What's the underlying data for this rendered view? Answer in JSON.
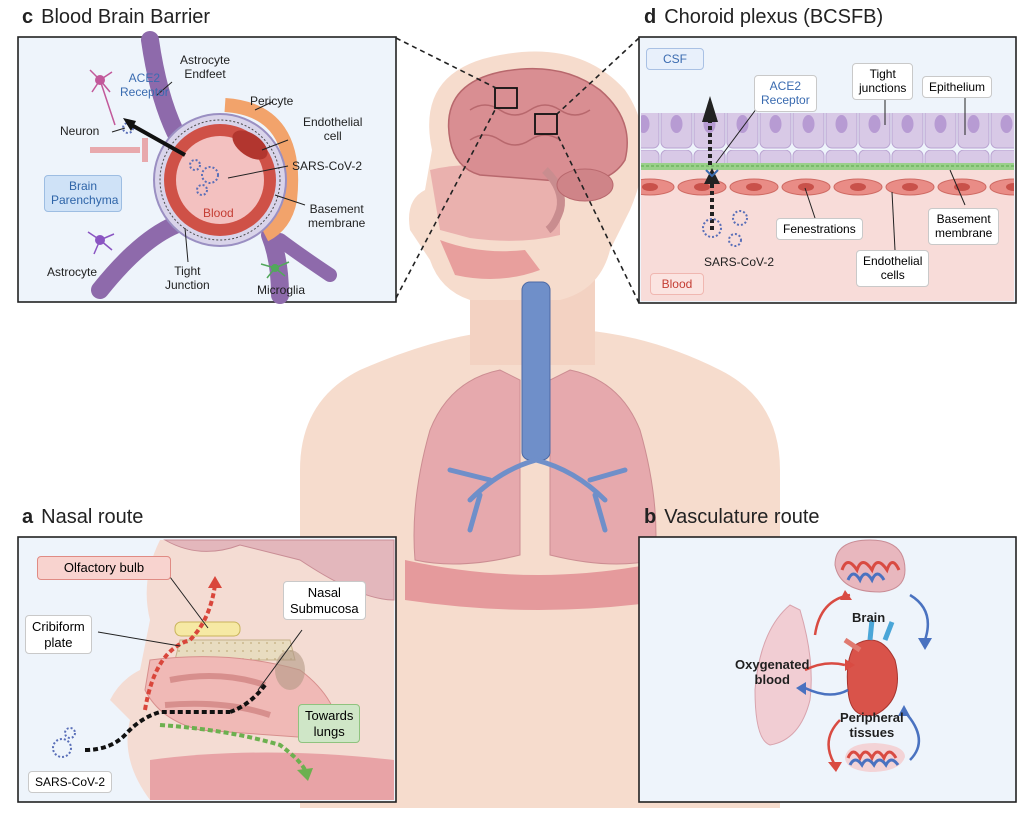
{
  "panels": {
    "c": {
      "letter": "c",
      "title": "Blood Brain Barrier"
    },
    "d": {
      "letter": "d",
      "title": "Choroid plexus (BCSFB)"
    },
    "a": {
      "letter": "a",
      "title": "Nasal route"
    },
    "b": {
      "letter": "b",
      "title": "Vasculature route"
    }
  },
  "bbb_labels": {
    "astrocyte_endfeet": "Astrocyte\nEndfeet",
    "ace2_receptor": "ACE2\nReceptor",
    "neuron": "Neuron",
    "pericyte": "Pericyte",
    "endothelial_cell": "Endothelial\ncell",
    "sars_cov_2": "SARS-CoV-2",
    "brain_parenchyma": "Brain\nParenchyma",
    "blood": "Blood",
    "basement_membrane": "Basement\nmembrane",
    "astrocyte": "Astrocyte",
    "tight_junction": "Tight\nJunction",
    "microglia": "Microglia"
  },
  "choroid_labels": {
    "csf": "CSF",
    "ace2_receptor": "ACE2\nReceptor",
    "tight_junctions": "Tight\njunctions",
    "epithelium": "Epithelium",
    "fenestrations": "Fenestrations",
    "basement_membrane": "Basement\nmembrane",
    "sars_cov_2": "SARS-CoV-2",
    "endothelial_cells": "Endothelial\ncells",
    "blood": "Blood"
  },
  "nasal_labels": {
    "olfactory_bulb": "Olfactory bulb",
    "nasal_submucosa": "Nasal\nSubmucosa",
    "cribiform_plate": "Cribiform\nplate",
    "towards_lungs": "Towards\nlungs",
    "sars_cov_2": "SARS-CoV-2"
  },
  "vasculature_labels": {
    "brain": "Brain",
    "oxygenated_blood": "Oxygenated\nblood",
    "peripheral_tissues": "Peripheral\ntissues"
  },
  "colors": {
    "panel_bg": "#eef4fb",
    "skin": "#f6dccd",
    "brain": "#d98e92",
    "trachea": "#6f8fc9",
    "lung": "#e6a9ad",
    "vessel_red": "#d94b42",
    "vessel_blue": "#4a72c0"
  }
}
